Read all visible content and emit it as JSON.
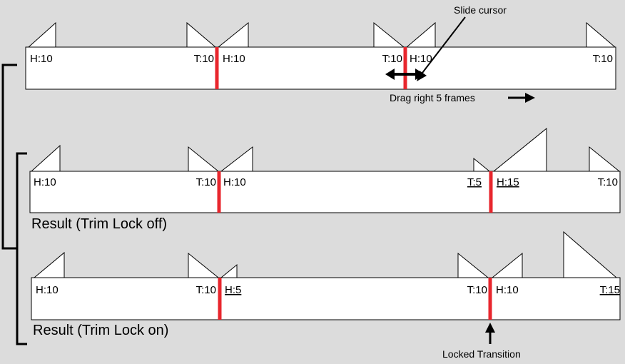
{
  "colors": {
    "background": "#dcdcdc",
    "clip_fill": "#ffffff",
    "cut_line": "#e8262d",
    "stroke": "#000000"
  },
  "annotations": {
    "slide_cursor": "Slide cursor",
    "drag_right": "Drag right 5 frames",
    "locked_transition": "Locked Transition"
  },
  "tracks": [
    {
      "labels": [
        {
          "text": "H:10",
          "underline": false
        },
        {
          "text": "T:10",
          "underline": false
        },
        {
          "text": "H:10",
          "underline": false
        },
        {
          "text": "T:10",
          "underline": false
        },
        {
          "text": "H:10",
          "underline": false
        },
        {
          "text": "T:10",
          "underline": false
        }
      ]
    },
    {
      "caption": "Result (Trim Lock off)",
      "labels": [
        {
          "text": "H:10",
          "underline": false
        },
        {
          "text": "T:10",
          "underline": false
        },
        {
          "text": "H:10",
          "underline": false
        },
        {
          "text": "T:5",
          "underline": true
        },
        {
          "text": "H:15",
          "underline": true
        },
        {
          "text": "T:10",
          "underline": false
        }
      ]
    },
    {
      "caption": "Result (Trim Lock on)",
      "labels": [
        {
          "text": "H:10",
          "underline": false
        },
        {
          "text": "T:10",
          "underline": false
        },
        {
          "text": "H:5",
          "underline": true
        },
        {
          "text": "T:10",
          "underline": false
        },
        {
          "text": "H:10",
          "underline": false
        },
        {
          "text": "T:15",
          "underline": true
        }
      ]
    }
  ]
}
